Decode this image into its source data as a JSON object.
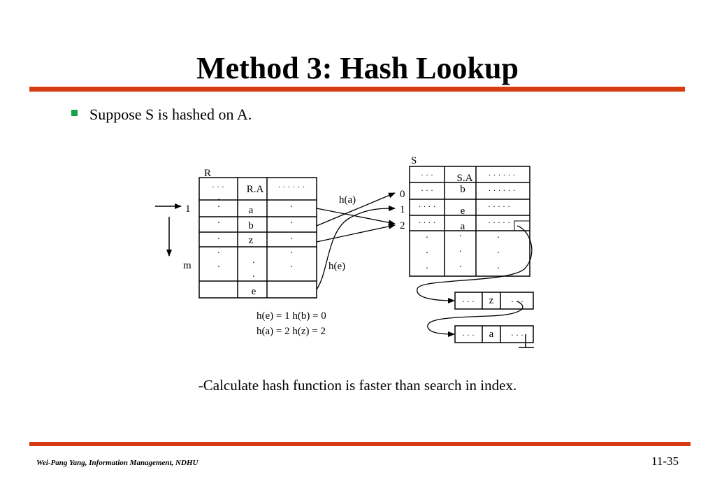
{
  "slide": {
    "title": "Method 3: Hash Lookup",
    "bullet": "Suppose S is hashed on A.",
    "note": "-Calculate hash function is faster than search in index.",
    "footer_left": "Wei-Pang Yang, Information Management, NDHU",
    "footer_right": "11-35",
    "accent_color": "#d63b12",
    "bullet_color": "#16a34a"
  },
  "diagram": {
    "r_label": "R",
    "r_header": [
      "· · ·",
      "R.A",
      "· · · · · ·"
    ],
    "r_values": [
      "a",
      "b",
      "z",
      "e"
    ],
    "r_row_start": "1",
    "r_row_end": "m",
    "s_label": "S",
    "s_header": [
      "· · ·",
      "S.A",
      "· · · · · ·"
    ],
    "s_values": [
      "b",
      "e",
      "a"
    ],
    "bucket_numbers": [
      "0",
      "1",
      "2"
    ],
    "ha_label": "h(a)",
    "he_label": "h(e)",
    "hash_line1": "h(e) = 1 h(b) = 0",
    "hash_line2": "h(a) = 2 h(z) = 2",
    "overflow1_value": "z",
    "overflow2_value": "a",
    "dots3": "· · ·",
    "dots4": "· · · ·",
    "dots5": "· · · · ·",
    "dots6": "· · · · · ·",
    "dot": "·"
  }
}
